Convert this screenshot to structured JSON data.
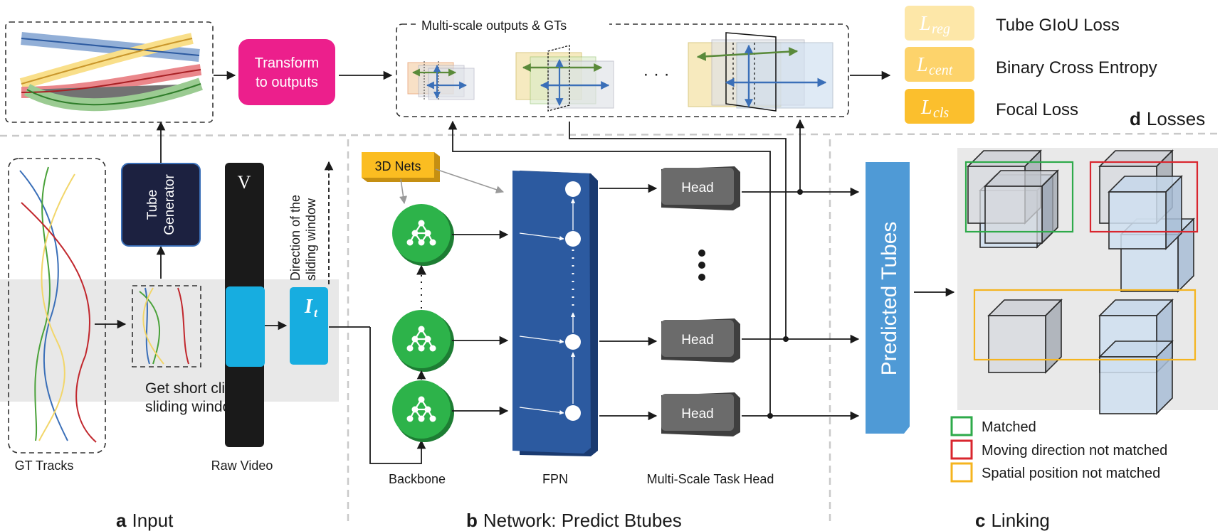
{
  "panels": {
    "a": {
      "letter": "a",
      "title": "Input"
    },
    "b": {
      "letter": "b",
      "title": "Network: Predict Btubes"
    },
    "c": {
      "letter": "c",
      "title": "Linking"
    },
    "d": {
      "letter": "d",
      "title": "Losses"
    }
  },
  "input": {
    "gt_tracks": "GT Tracks",
    "raw_video": "Raw Video",
    "video_symbol": "V",
    "frame_symbol": "I",
    "frame_subscript": "t",
    "window_dir_line1": "Direction of the",
    "window_dir_line2": "sliding window",
    "clip_caption_line1": "Get short  clips by",
    "clip_caption_line2": "sliding window",
    "tube_gen_line1": "Tube",
    "tube_gen_line2": "Generator"
  },
  "top": {
    "transform_line1": "Transform",
    "transform_line2": "to outputs",
    "multiscale": "Multi-scale outputs & GTs",
    "ellipsis": "· · ·"
  },
  "network": {
    "nets3d": "3D Nets",
    "backbone": "Backbone",
    "fpn": "FPN",
    "task_head": "Multi-Scale Task Head",
    "head": "Head",
    "predicted_tubes": "Predicted Tubes"
  },
  "losses": [
    {
      "symbol": "L",
      "sub": "reg",
      "name": "Tube GIoU Loss",
      "color": "#fde7a8"
    },
    {
      "symbol": "L",
      "sub": "cent",
      "name": "Binary Cross Entropy",
      "color": "#fdd36b"
    },
    {
      "symbol": "L",
      "sub": "cls",
      "name": "Focal Loss",
      "color": "#fbbf2d"
    }
  ],
  "legend": [
    {
      "label": "Matched",
      "color": "#2eaa4a"
    },
    {
      "label": "Moving direction not matched",
      "color": "#d9262e"
    },
    {
      "label": "Spatial position not matched",
      "color": "#f5b41f"
    }
  ],
  "colors": {
    "transform": "#ec1f8c",
    "tube_generator": "#1c2140",
    "fpn": "#2c5aa0",
    "backbone": "#2db34a",
    "head": "#6b6b6b",
    "frame": "#17ade0",
    "predicted": "#4f9ad6",
    "nets3d": "#fbbd21"
  }
}
